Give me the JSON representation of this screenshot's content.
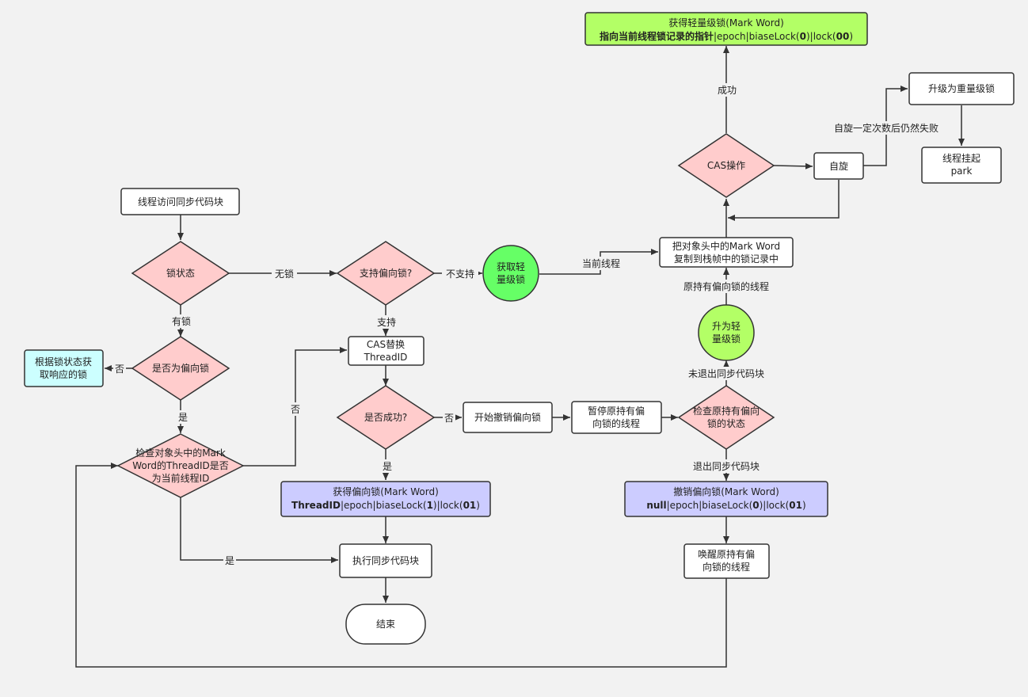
{
  "nodes": {
    "start": "线程访问同步代码块",
    "lock_state": "锁状态",
    "is_biased": "是否为偏向锁",
    "by_state": [
      "根据锁状态获",
      "取响应的锁"
    ],
    "check_thread": [
      "检查对象头中的Mark",
      "Word的ThreadID是否",
      "为当前线程ID"
    ],
    "support_biased": "支持偏向锁?",
    "get_light": [
      "获取轻",
      "量级锁"
    ],
    "cas_replace": [
      "CAS替换",
      "ThreadID"
    ],
    "is_success": "是否成功?",
    "start_revoke": "开始撤销偏向锁",
    "pause_thread": [
      "暂停原持有偏",
      "向锁的线程"
    ],
    "check_state": [
      "检查原持有偏向",
      "锁的状态"
    ],
    "got_biased": {
      "line1": "获得偏向锁(Mark Word)",
      "line2_bold1": "ThreadID",
      "line2_mid1": "|epoch|biaseLock(",
      "line2_bold2": "1",
      "line2_mid2": ")|lock(",
      "line2_bold3": "01",
      "line2_end": ")"
    },
    "revoke_biased": {
      "line1": "撤销偏向锁(Mark Word)",
      "line2_bold1": "null",
      "line2_mid1": "|epoch|biaseLock(",
      "line2_bold2": "0",
      "line2_mid2": ")|lock(",
      "line2_bold3": "01",
      "line2_end": ")"
    },
    "exec_block": "执行同步代码块",
    "end": "结束",
    "wake_thread": [
      "唤醒原持有偏",
      "向锁的线程"
    ],
    "upgrade_light": [
      "升为轻",
      "量级锁"
    ],
    "copy_mark": [
      "把对象头中的Mark Word",
      "复制到栈帧中的锁记录中"
    ],
    "cas_op": "CAS操作",
    "spin": "自旋",
    "upgrade_heavy": "升级为重量级锁",
    "park": [
      "线程挂起",
      "park"
    ],
    "got_light": {
      "line1": "获得轻量级锁(Mark Word)",
      "line2_bold1": "指向当前线程锁记录的指针",
      "line2_mid1": "|epoch|biaseLock(",
      "line2_bold2": "0",
      "line2_mid2": ")|lock(",
      "line2_bold3": "00",
      "line2_end": ")"
    }
  },
  "edge_labels": {
    "no_lock": "无锁",
    "has_lock": "有锁",
    "not_supported": "不支持",
    "supported": "支持",
    "no_biased": "否",
    "yes_biased": "是",
    "no_thread": "否",
    "yes_thread": "是",
    "no_success": "否",
    "yes_success": "是",
    "current_thread": "当前线程",
    "orig_thread": "原持有偏向锁的线程",
    "not_exited": "未退出同步代码块",
    "exited": "退出同步代码块",
    "success": "成功",
    "spin_fail": "自旋一定次数后仍然失败"
  }
}
